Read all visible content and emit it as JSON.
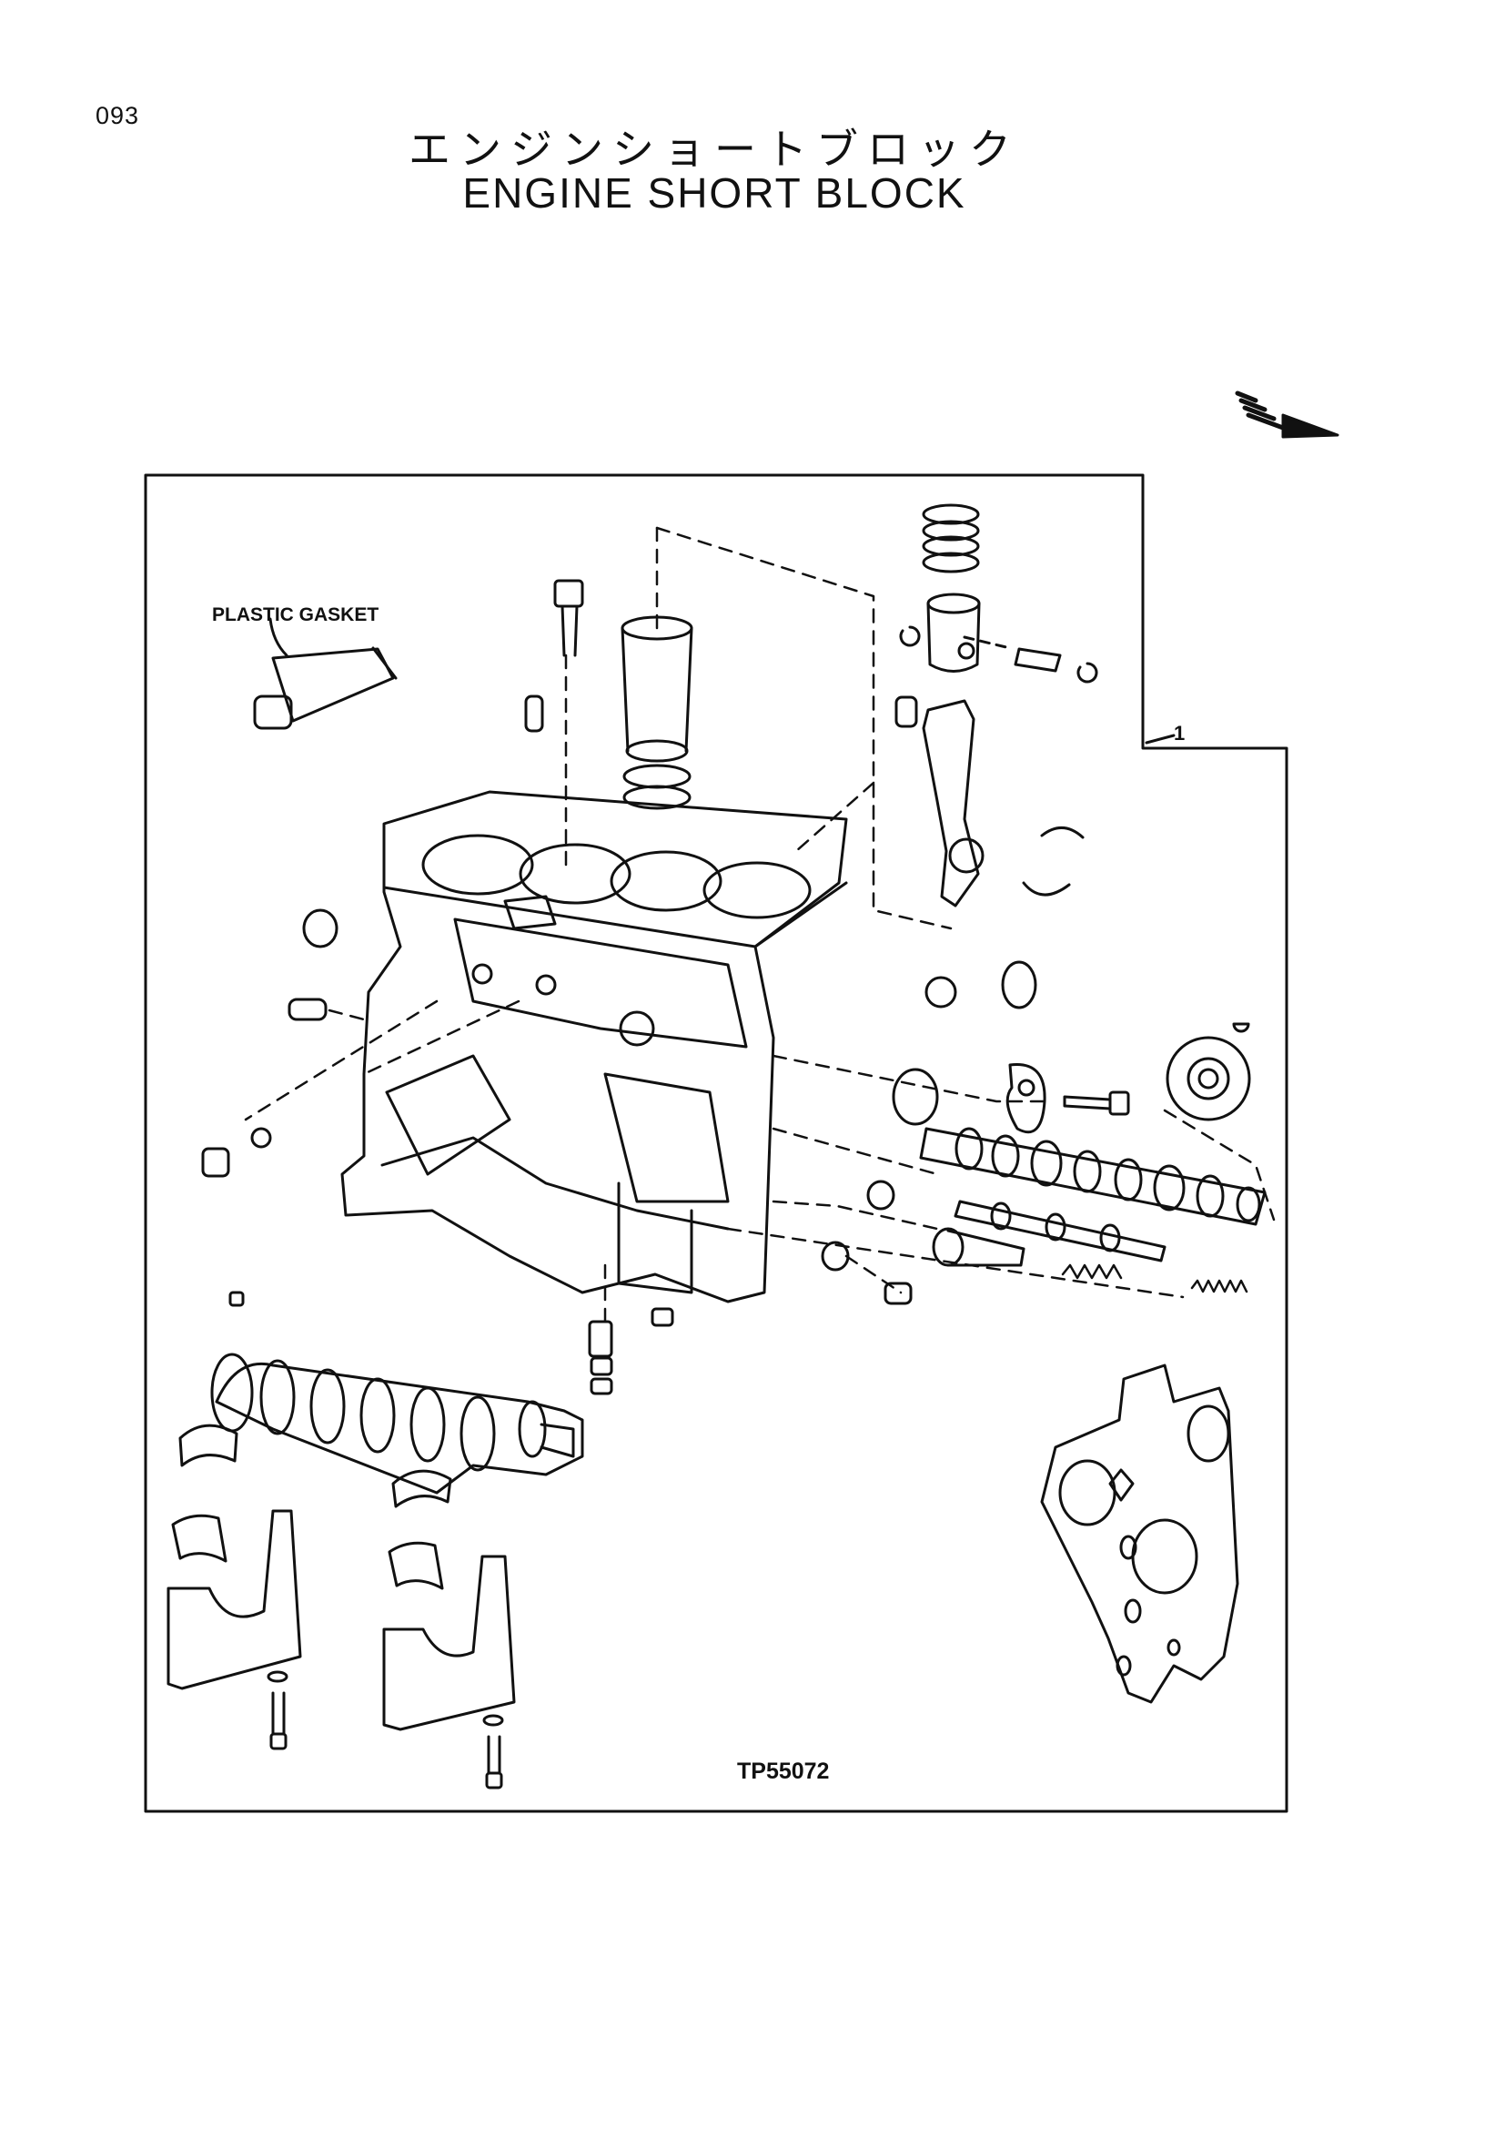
{
  "page": {
    "number": "093",
    "title_jp": "エンジンショートブロック",
    "title_en": "ENGINE SHORT BLOCK"
  },
  "diagram": {
    "callouts": {
      "plastic_gasket": "PLASTIC GASKET",
      "ref_1": "1"
    },
    "figure_code": "TP55072",
    "parts": [
      "cylinder-block",
      "cylinder-liner",
      "liner-o-rings",
      "piston",
      "piston-rings",
      "piston-pin",
      "snap-rings",
      "connecting-rod",
      "rod-bearings",
      "crankshaft",
      "main-bearings",
      "main-bearing-caps",
      "cap-bolts",
      "camshaft",
      "thrust-plate",
      "camshaft-gear",
      "front-plate",
      "oil-pump-shaft",
      "relief-valve-spring",
      "plugs",
      "dowel-pins",
      "nozzle-tube"
    ]
  }
}
